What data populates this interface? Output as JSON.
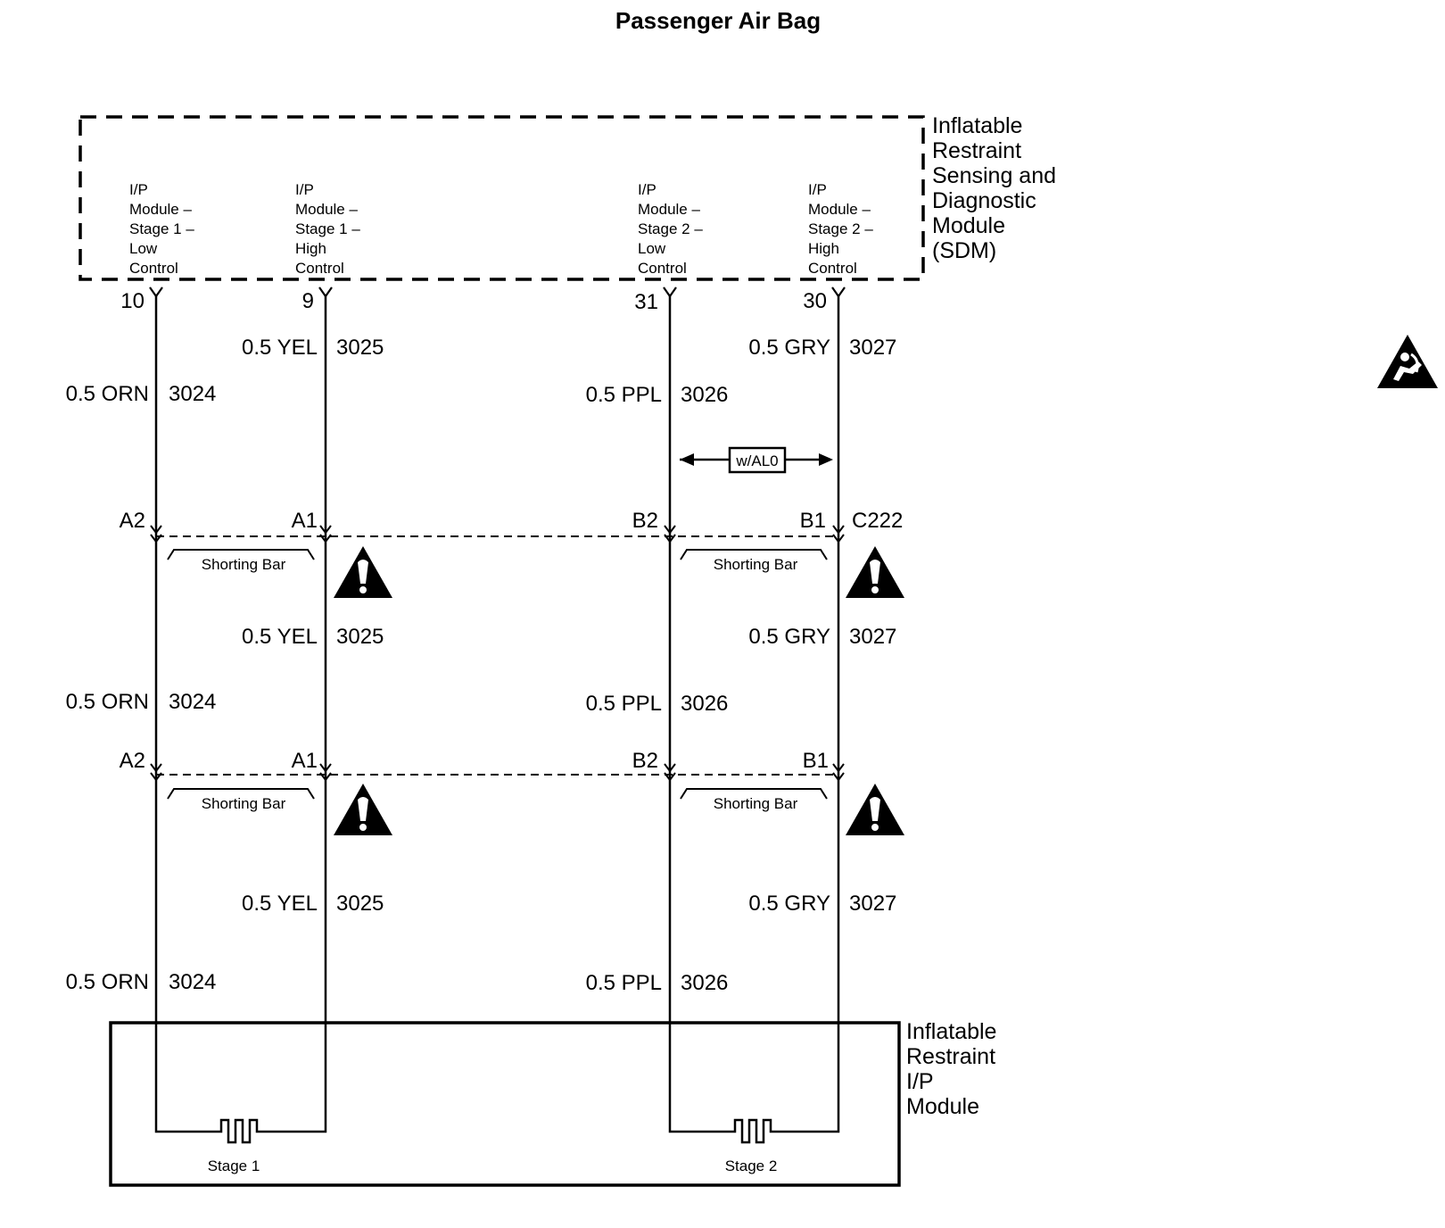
{
  "title": "Passenger Air Bag",
  "sdm": {
    "label_lines": [
      "Inflatable",
      "Restraint",
      "Sensing and",
      "Diagnostic",
      "Module",
      "(SDM)"
    ],
    "pins": [
      {
        "lines": [
          "I/P",
          "Module –",
          "Stage 1 –",
          "Low",
          "Control"
        ],
        "number": "10"
      },
      {
        "lines": [
          "I/P",
          "Module –",
          "Stage 1 –",
          "High",
          "Control"
        ],
        "number": "9"
      },
      {
        "lines": [
          "I/P",
          "Module –",
          "Stage 2 –",
          "Low",
          "Control"
        ],
        "number": "31"
      },
      {
        "lines": [
          "I/P",
          "Module –",
          "Stage 2 –",
          "High",
          "Control"
        ],
        "number": "30"
      }
    ]
  },
  "wires": [
    {
      "gauge_color": "0.5 ORN",
      "circuit": "3024"
    },
    {
      "gauge_color": "0.5 YEL",
      "circuit": "3025"
    },
    {
      "gauge_color": "0.5 PPL",
      "circuit": "3026"
    },
    {
      "gauge_color": "0.5 GRY",
      "circuit": "3027"
    }
  ],
  "option_label": "w/AL0",
  "connector_top": {
    "name": "C222",
    "terminals": [
      "A2",
      "A1",
      "B2",
      "B1"
    ],
    "shorting_bar": "Shorting Bar"
  },
  "connector_bottom": {
    "terminals": [
      "A2",
      "A1",
      "B2",
      "B1"
    ],
    "shorting_bar": "Shorting Bar"
  },
  "module": {
    "label_lines": [
      "Inflatable",
      "Restraint",
      "I/P",
      "Module"
    ],
    "stages": [
      "Stage 1",
      "Stage 2"
    ]
  },
  "icons": {
    "caution": "caution-triangle-icon",
    "airbag": "airbag-warning-icon"
  }
}
